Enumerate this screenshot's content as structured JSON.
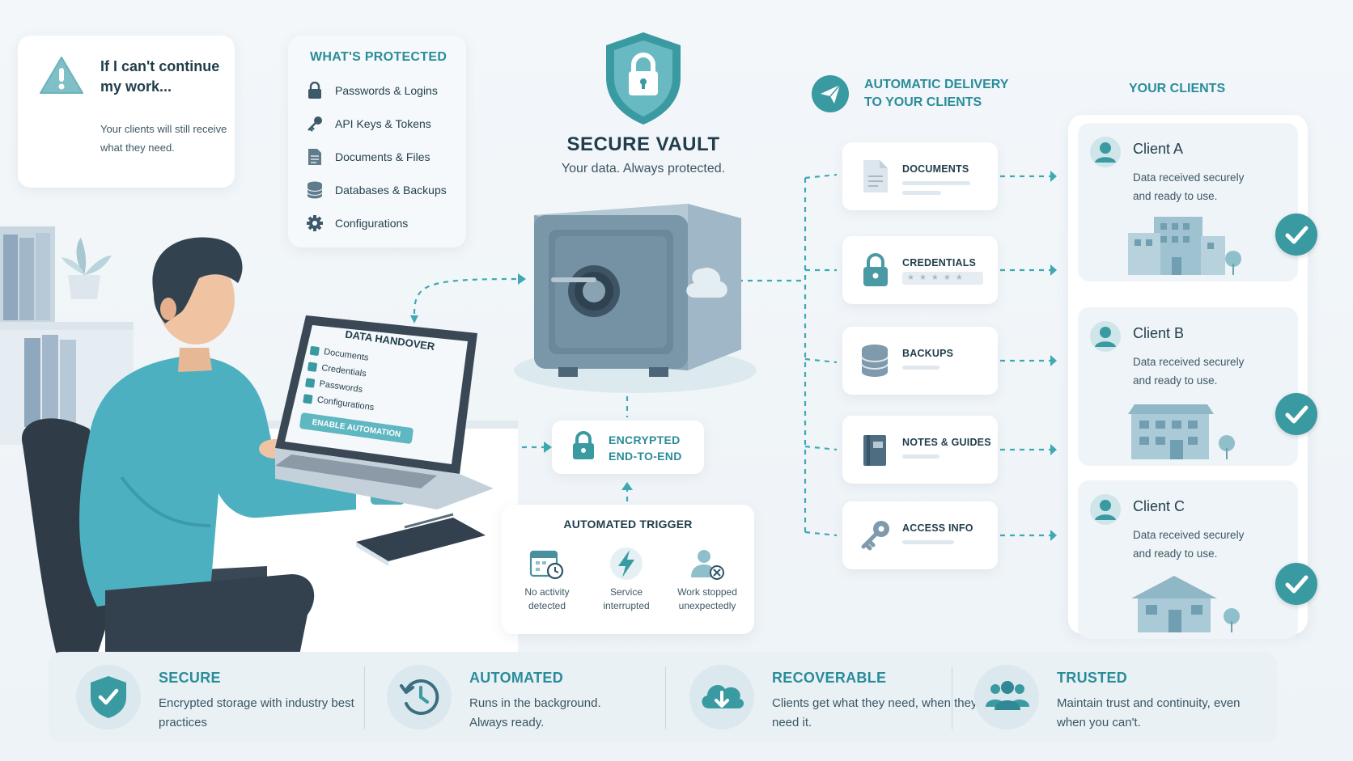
{
  "warning": {
    "title": "If I can't continue my work...",
    "text": "Your clients will still receive what they need."
  },
  "protected": {
    "title": "WHAT'S PROTECTED",
    "items": [
      {
        "label": "Passwords & Logins",
        "icon": "lock-icon"
      },
      {
        "label": "API Keys & Tokens",
        "icon": "key-icon"
      },
      {
        "label": "Documents & Files",
        "icon": "document-icon"
      },
      {
        "label": "Databases & Backups",
        "icon": "database-icon"
      },
      {
        "label": "Configurations",
        "icon": "gear-icon"
      }
    ]
  },
  "vault": {
    "title": "SECURE VAULT",
    "subtitle": "Your data. Always protected."
  },
  "laptop": {
    "title": "DATA HANDOVER",
    "items": [
      "Documents",
      "Credentials",
      "Passwords",
      "Configurations"
    ],
    "button": "ENABLE AUTOMATION"
  },
  "encryption": {
    "line1": "ENCRYPTED",
    "line2": "END-TO-END"
  },
  "trigger": {
    "title": "AUTOMATED TRIGGER",
    "items": [
      {
        "label": "No activity detected",
        "icon": "calendar-clock-icon"
      },
      {
        "label": "Service interrupted",
        "icon": "lightning-icon"
      },
      {
        "label": "Work stopped unexpectedly",
        "icon": "user-x-icon"
      }
    ]
  },
  "delivery": {
    "title_line1": "AUTOMATIC DELIVERY",
    "title_line2": "TO YOUR CLIENTS",
    "items": [
      {
        "label": "DOCUMENTS",
        "icon": "document-icon"
      },
      {
        "label": "CREDENTIALS",
        "icon": "lock-icon"
      },
      {
        "label": "BACKUPS",
        "icon": "database-icon"
      },
      {
        "label": "NOTES & GUIDES",
        "icon": "book-icon"
      },
      {
        "label": "ACCESS INFO",
        "icon": "key-icon"
      }
    ]
  },
  "clients": {
    "title": "YOUR CLIENTS",
    "items": [
      {
        "name": "Client A",
        "desc": "Data received securely and ready to use."
      },
      {
        "name": "Client B",
        "desc": "Data received securely and ready to use."
      },
      {
        "name": "Client C",
        "desc": "Data received securely and ready to use."
      }
    ]
  },
  "features": [
    {
      "title": "SECURE",
      "text": "Encrypted storage with industry best practices",
      "icon": "shield-check-icon"
    },
    {
      "title": "AUTOMATED",
      "text": "Runs in the background. Always ready.",
      "icon": "clock-icon"
    },
    {
      "title": "RECOVERABLE",
      "text": "Clients get what they need, when they need it.",
      "icon": "cloud-download-icon"
    },
    {
      "title": "TRUSTED",
      "text": "Maintain trust and continuity, even when you can't.",
      "icon": "users-icon"
    }
  ],
  "colors": {
    "accent": "#2a8c99",
    "dark": "#1f3d4b",
    "check": "#3a9aa2"
  }
}
